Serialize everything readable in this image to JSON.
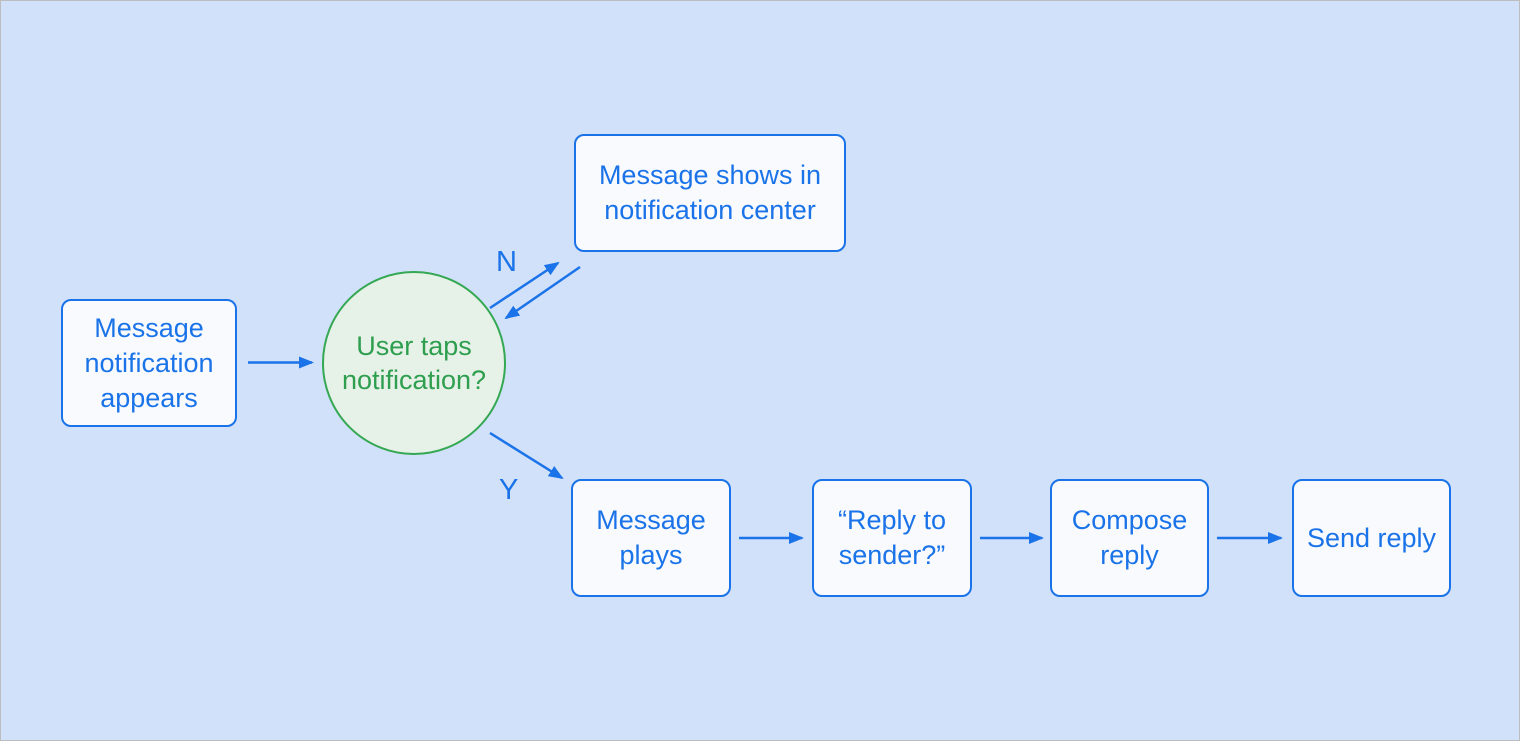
{
  "theme": {
    "page_bg": "#d2e1fa",
    "page_border": "#bdbdbd",
    "blue": "#1a73e8",
    "node_fill": "#f8fafd",
    "green_border": "#34a853",
    "green_fill": "#e6f1e7",
    "green_text": "#2e9e4f"
  },
  "diagram": {
    "nodes": {
      "start": {
        "label": "Message notification appears"
      },
      "decision": {
        "label": "User taps notification?"
      },
      "notification_center": {
        "label": "Message shows in notification center"
      },
      "message_plays": {
        "label": "Message plays"
      },
      "reply_to_sender": {
        "label": "“Reply to sender?”"
      },
      "compose_reply": {
        "label": "Compose reply"
      },
      "send_reply": {
        "label": "Send reply"
      }
    },
    "branch_labels": {
      "no": "N",
      "yes": "Y"
    }
  }
}
